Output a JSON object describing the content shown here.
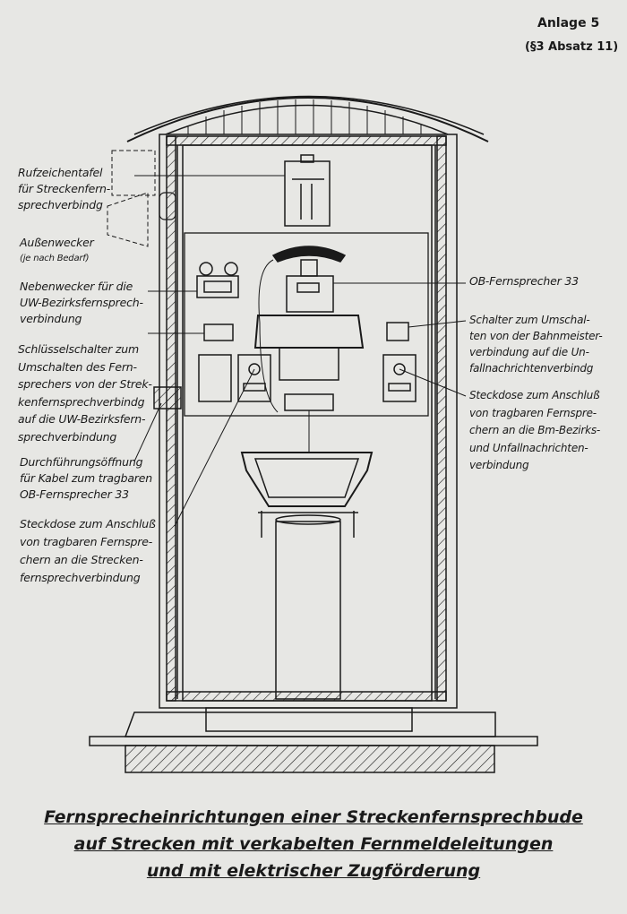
{
  "header": {
    "anlage": "Anlage 5",
    "paragraph": "(§3 Absatz 11)"
  },
  "labels_left": {
    "rufzeichentafel": [
      "Rufzeichentafel",
      "für Streckenfern-",
      "sprechverbindg"
    ],
    "aussenwecker": [
      "Außenwecker",
      "(je nach Bedarf)"
    ],
    "nebenwecker": [
      "Nebenwecker für die",
      "UW-Bezirksfernsprech-",
      "verbindung"
    ],
    "schluesselschalter": [
      "Schlüsselschalter zum",
      "Umschalten des Fern-",
      "sprechers von der Strek-",
      "kenfernsprechverbindg",
      "auf die UW-Bezirksfern-",
      "sprechverbindung"
    ],
    "durchfuehrung": [
      "Durchführungsöffnung",
      "für Kabel zum tragbaren",
      "OB-Fernsprecher 33"
    ],
    "steckdose_strecke": [
      "Steckdose zum Anschluß",
      "von tragbaren Fernspre-",
      "chern an die Strecken-",
      "fernsprechverbindung"
    ]
  },
  "labels_right": {
    "ob_fernsprecher": [
      "OB-Fernsprecher 33"
    ],
    "schalter": [
      "Schalter zum Umschal-",
      "ten von der Bahnmeister-",
      "verbindung auf die Un-",
      "fallnachrichtenverbindg"
    ],
    "steckdose_bm": [
      "Steckdose zum Anschluß",
      "von tragbaren Fernspre-",
      "chern an die Bm-Bezirks-",
      "und Unfallnachrichten-",
      "verbindung"
    ]
  },
  "title": [
    "Fernsprecheinrichtungen einer Streckenfernsprechbude",
    "auf Strecken mit verkabelten Fernmeldeleitungen",
    "und mit elektrischer Zugförderung"
  ]
}
